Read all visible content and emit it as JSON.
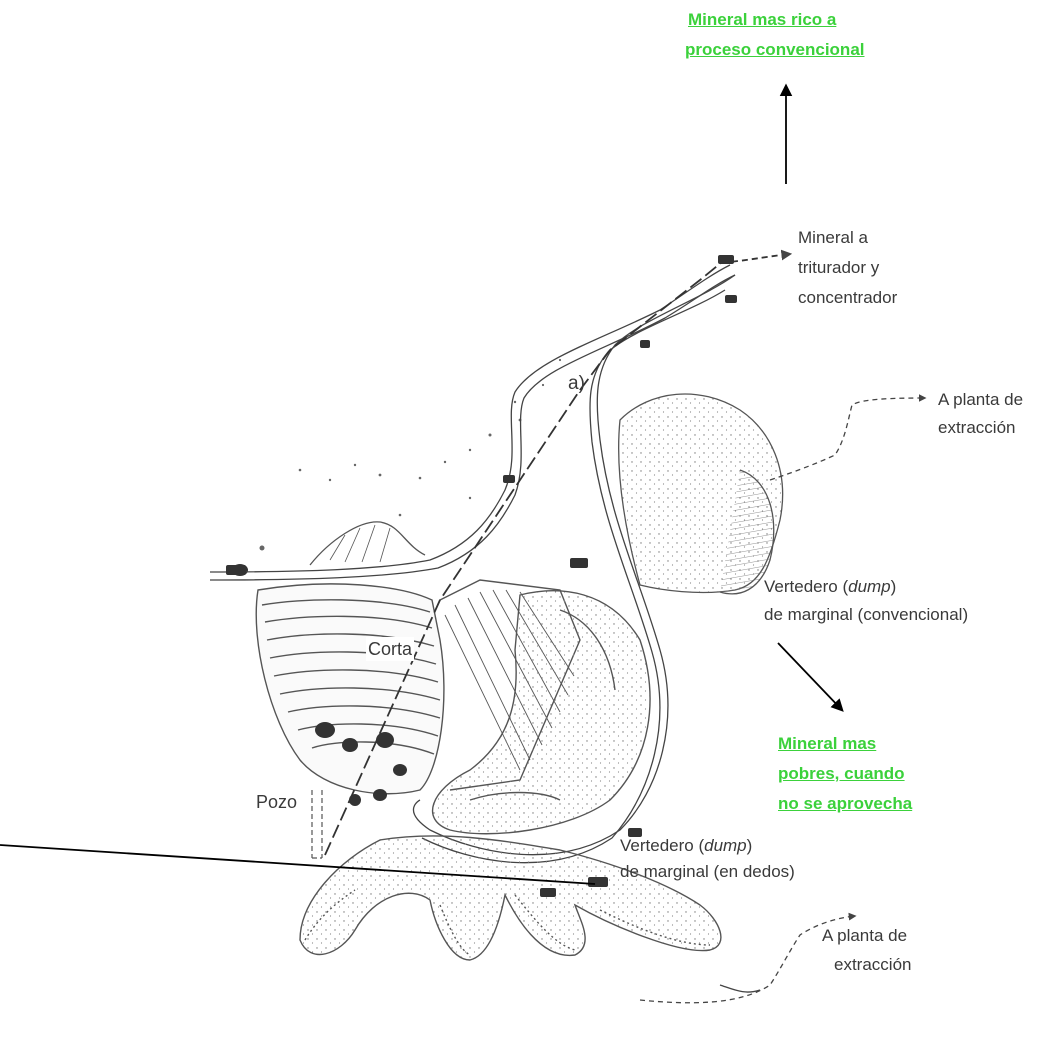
{
  "labels": {
    "panel_letter": "a)",
    "mineral_trit_1": "Mineral a",
    "mineral_trit_2": "triturador y",
    "mineral_trit_3": "concentrador",
    "planta_top_1": "A planta de",
    "planta_top_2": "extracción",
    "vert_conv_1a": "Vertedero (",
    "vert_conv_1b": "dump",
    "vert_conv_1c": ")",
    "vert_conv_2": "de marginal (convencional)",
    "corta": "Corta",
    "pozo": "Pozo",
    "vert_dedos_1a": "Vertedero (",
    "vert_dedos_1b": "dump",
    "vert_dedos_1c": ")",
    "vert_dedos_2": "de marginal (en dedos)",
    "planta_bot_1": "A planta de",
    "planta_bot_2": "extracción"
  },
  "annotations": {
    "rico_1": "Mineral mas rico a",
    "rico_2": "proceso convencional",
    "pobre_1": "Mineral mas",
    "pobre_2": "pobres, cuando",
    "pobre_3": "no se aprovecha"
  },
  "colors": {
    "annotation_green": "#3bd13b",
    "line_dark": "#2a2a2a",
    "sketch_gray": "#555555"
  }
}
